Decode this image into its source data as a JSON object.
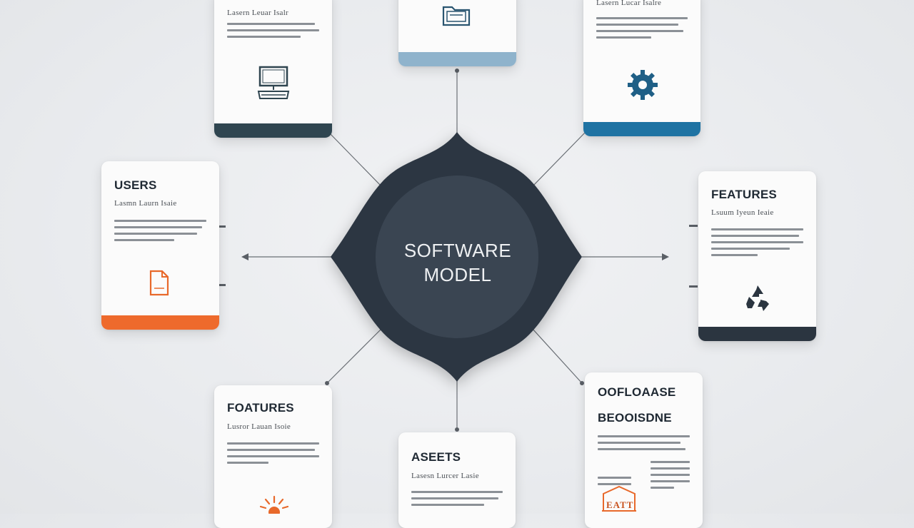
{
  "hub": {
    "line1": "SOFTWARE",
    "line2": "MODEL"
  },
  "cards": {
    "top_left": {
      "subtitle": "Lasern Leuar Isalr",
      "accent": "#2f4550"
    },
    "top_center": {
      "accent": "#8fb3cc"
    },
    "top_right": {
      "subtitle": "Lasern Lucar Isalre",
      "accent": "#1f73a3"
    },
    "left": {
      "title": "USERS",
      "subtitle": "Lasmn Laurn Isaie",
      "accent": "#ee6a2c"
    },
    "right": {
      "title": "FEATURES",
      "subtitle": "Lsuum Iyeun Ieaie",
      "accent": "#2b3540"
    },
    "bottom_left": {
      "title": "FOATURES",
      "subtitle": "Lusror Lauan Isoie",
      "accent": "#e86a2c"
    },
    "bottom_center": {
      "title": "ASEETS",
      "subtitle": "Lasesn Lurcer Lasie"
    },
    "bottom_right": {
      "title_line1": "OOFLOAASE",
      "title_line2": "BEOOISDNE",
      "icon_label": "EATT"
    }
  },
  "icons": {
    "top_left": "computer-icon",
    "top_center": "folder-icon",
    "top_right": "gear-icon",
    "left": "document-icon",
    "right": "recycle-icon",
    "bottom_left": "sun-icon",
    "bottom_right": "building-icon"
  },
  "colors": {
    "hub": "#2c3642",
    "hub_inner": "#3a4552"
  }
}
